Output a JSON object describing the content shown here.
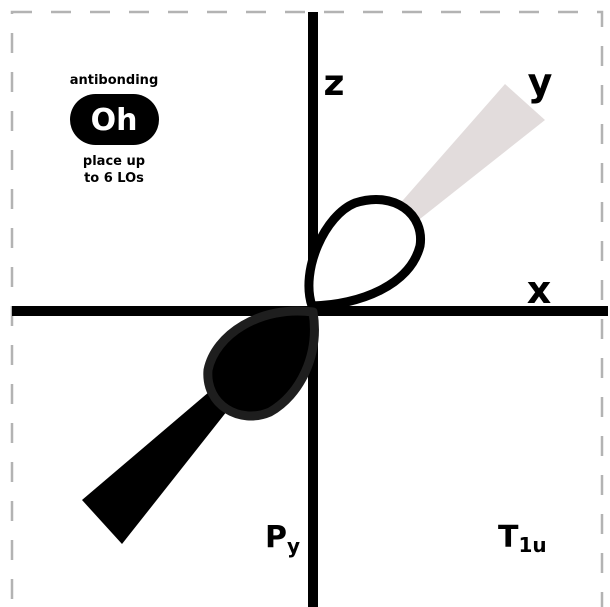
{
  "axes": {
    "z_label": "z",
    "y_label": "y",
    "x_label": "x"
  },
  "badge": {
    "top_text": "antibonding",
    "symbol": "Oh",
    "bottom_line_1": "place up",
    "bottom_line_2": "to 6 LOs"
  },
  "orbital": {
    "name_main": "P",
    "name_sub": "y",
    "symmetry_main": "T",
    "symmetry_sub": "1u"
  },
  "colors": {
    "ink": "#000000",
    "background": "#ffffff",
    "y_axis_fill": "#e2dcdc",
    "frame_dash": "#b3b3b3",
    "badge_text": "#ffffff"
  }
}
